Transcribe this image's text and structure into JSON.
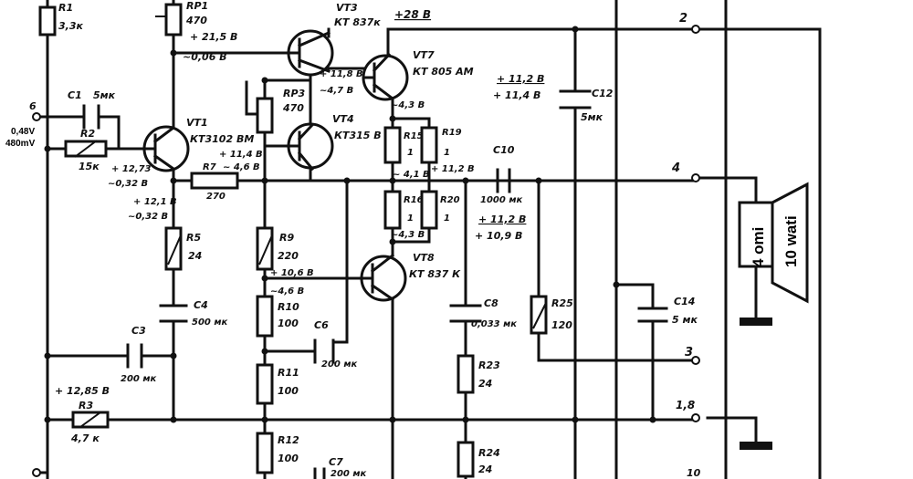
{
  "labels": {
    "r1_name": "R1",
    "r1_val": "3,3к",
    "rp1_name": "RP1",
    "rp1_val": "470",
    "vt3_name": "VT3",
    "vt3_type": "КТ 837к",
    "vt7_name": "VT7",
    "vt7_type": "КТ 805 АМ",
    "top_volt": "+28 В",
    "v_a": "+ 21,5 В",
    "v_a2": "~0,06 В",
    "v_b": "+ 11,8 В",
    "v_b2": "~4,7 В",
    "rp3_name": "RP3",
    "rp3_val": "470",
    "vt4_name": "VT4",
    "vt4_type": "КТ315 В",
    "vt1_name": "VT1",
    "vt1_type": "КТ3102 ВМ",
    "c1_name": "C1",
    "c1_val": "5мк",
    "r2_name": "R2",
    "r2_val": "15к",
    "in_pin": "6",
    "in_v": "0,48V",
    "in_mv": "480mV",
    "v_c": "+ 12,73",
    "v_c2": "~0,32 В",
    "v_d": "+ 12,1 В",
    "v_d2": "~0,32 В",
    "r7_name": "R7",
    "r7_val": "270",
    "v_e": "+ 11,4 В",
    "v_e2": "~ 4,6 В",
    "r5_name": "R5",
    "r5_val": "24",
    "c4_name": "C4",
    "c4_val": "500 мк",
    "r9_name": "R9",
    "r9_val": "220",
    "v_f": "+ 10,6 В",
    "v_f2": "~4,6 В",
    "r10_name": "R10",
    "r10_val": "100",
    "c6_name": "C6",
    "c6_val": "200 мк",
    "r11_name": "R11",
    "r11_val": "100",
    "r12_name": "R12",
    "r12_val": "100",
    "c7_name": "C7",
    "c7_val": "200 мк",
    "c3_name": "C3",
    "c3_val": "200 мк",
    "v_g": "+ 12,85 В",
    "r3_name": "R3",
    "r3_val": "4,7 к",
    "v_h": "~4,3 В",
    "v_i": "+ 11,2 В",
    "v_i2": "+ 11,4 В",
    "r15_name": "R15",
    "r15_val": "1",
    "r19_name": "R19",
    "r19_val": "1",
    "v_j": "~ 4,1 В",
    "v_k": "+ 11,2 В",
    "c10_name": "C10",
    "c10_val": "1000 мк",
    "r16_name": "R16",
    "r16_val": "1",
    "r20_name": "R20",
    "r20_val": "1",
    "v_l": "~4,3 В",
    "v_m": "+ 11,2 В",
    "v_m2": "+ 10,9 В",
    "vt8_name": "VT8",
    "vt8_type": "КТ 837 К",
    "c8_name": "C8",
    "c8_val": "0,033 мк",
    "r25_name": "R25",
    "r25_val": "120",
    "r23_name": "R23",
    "r23_val": "24",
    "r24_name": "R24",
    "r24_val": "24",
    "c12_name": "C12",
    "c12_val": "5мк",
    "c14_name": "C14",
    "c14_val": "5 мк",
    "pin2": "2",
    "pin4": "4",
    "pin3": "3",
    "pin1": "1,8",
    "pin10": "10",
    "spk_ohm": "4 omi",
    "spk_w": "10 wati"
  }
}
